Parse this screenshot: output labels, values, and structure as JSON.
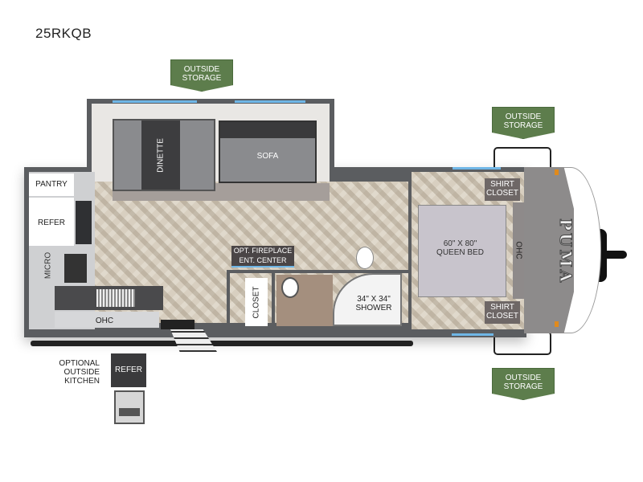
{
  "model": "25RKQB",
  "storage_labels": {
    "top_slide": "OUTSIDE\nSTORAGE",
    "front_top": "OUTSIDE\nSTORAGE",
    "front_bottom": "OUTSIDE\nSTORAGE"
  },
  "rooms": {
    "dinette": "DINETTE",
    "sofa": "SOFA",
    "pantry": "PANTRY",
    "refer": "REFER",
    "micro": "MICRO",
    "ohc_kitchen": "OHC",
    "fireplace_line1": "OPT. FIREPLACE",
    "fireplace_line2": "ENT. CENTER",
    "closet": "CLOSET",
    "shower_line1": "34\" X 34\"",
    "shower_line2": "SHOWER",
    "bed_line1": "60\" X 80\"",
    "bed_line2": "QUEEN BED",
    "shirt_closet_top": "SHIRT\nCLOSET",
    "shirt_closet_bottom": "SHIRT\nCLOSET",
    "ohc_bedroom": "OHC"
  },
  "outside_kitchen": {
    "label": "OPTIONAL\nOUTSIDE\nKITCHEN",
    "refer": "REFER"
  },
  "brand_logo": "PUMA",
  "colors": {
    "storage_tag": "#5d7d4c",
    "window": "#6fb6e6",
    "wall": "#5b5d60"
  }
}
